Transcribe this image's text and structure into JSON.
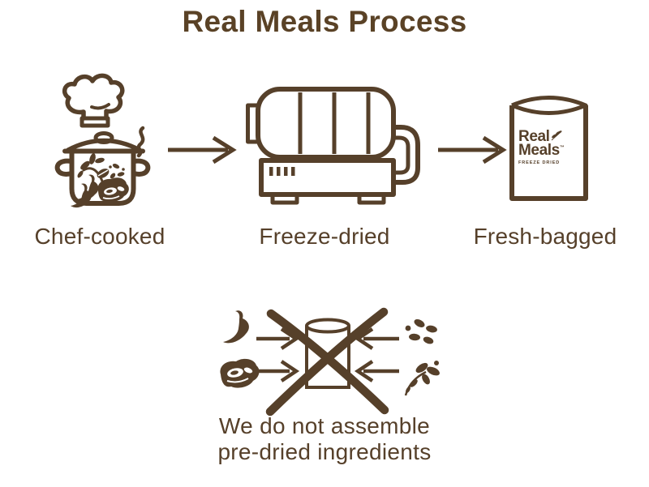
{
  "title": "Real Meals Process",
  "colors": {
    "brown": "#56402a",
    "title_brown": "#5a4226",
    "background": "#ffffff"
  },
  "process": {
    "steps": [
      {
        "label": "Chef-cooked",
        "icon": "chef-pot-icon"
      },
      {
        "label": "Freeze-dried",
        "icon": "freeze-dryer-icon"
      },
      {
        "label": "Fresh-bagged",
        "icon": "real-meals-bag-icon"
      }
    ],
    "arrow_icon": "right-arrow-icon",
    "bag_logo": {
      "line1": "Real",
      "line2": "Meals",
      "trademark": "™",
      "subtext": "FREEZE DRIED"
    }
  },
  "no_assemble": {
    "line1": "We do not assemble",
    "line2": "pre-dried ingredients",
    "icons": [
      "chili-icon",
      "steak-icon",
      "seeds-icon",
      "herb-sprig-icon",
      "crossed-out-container-icon"
    ]
  }
}
